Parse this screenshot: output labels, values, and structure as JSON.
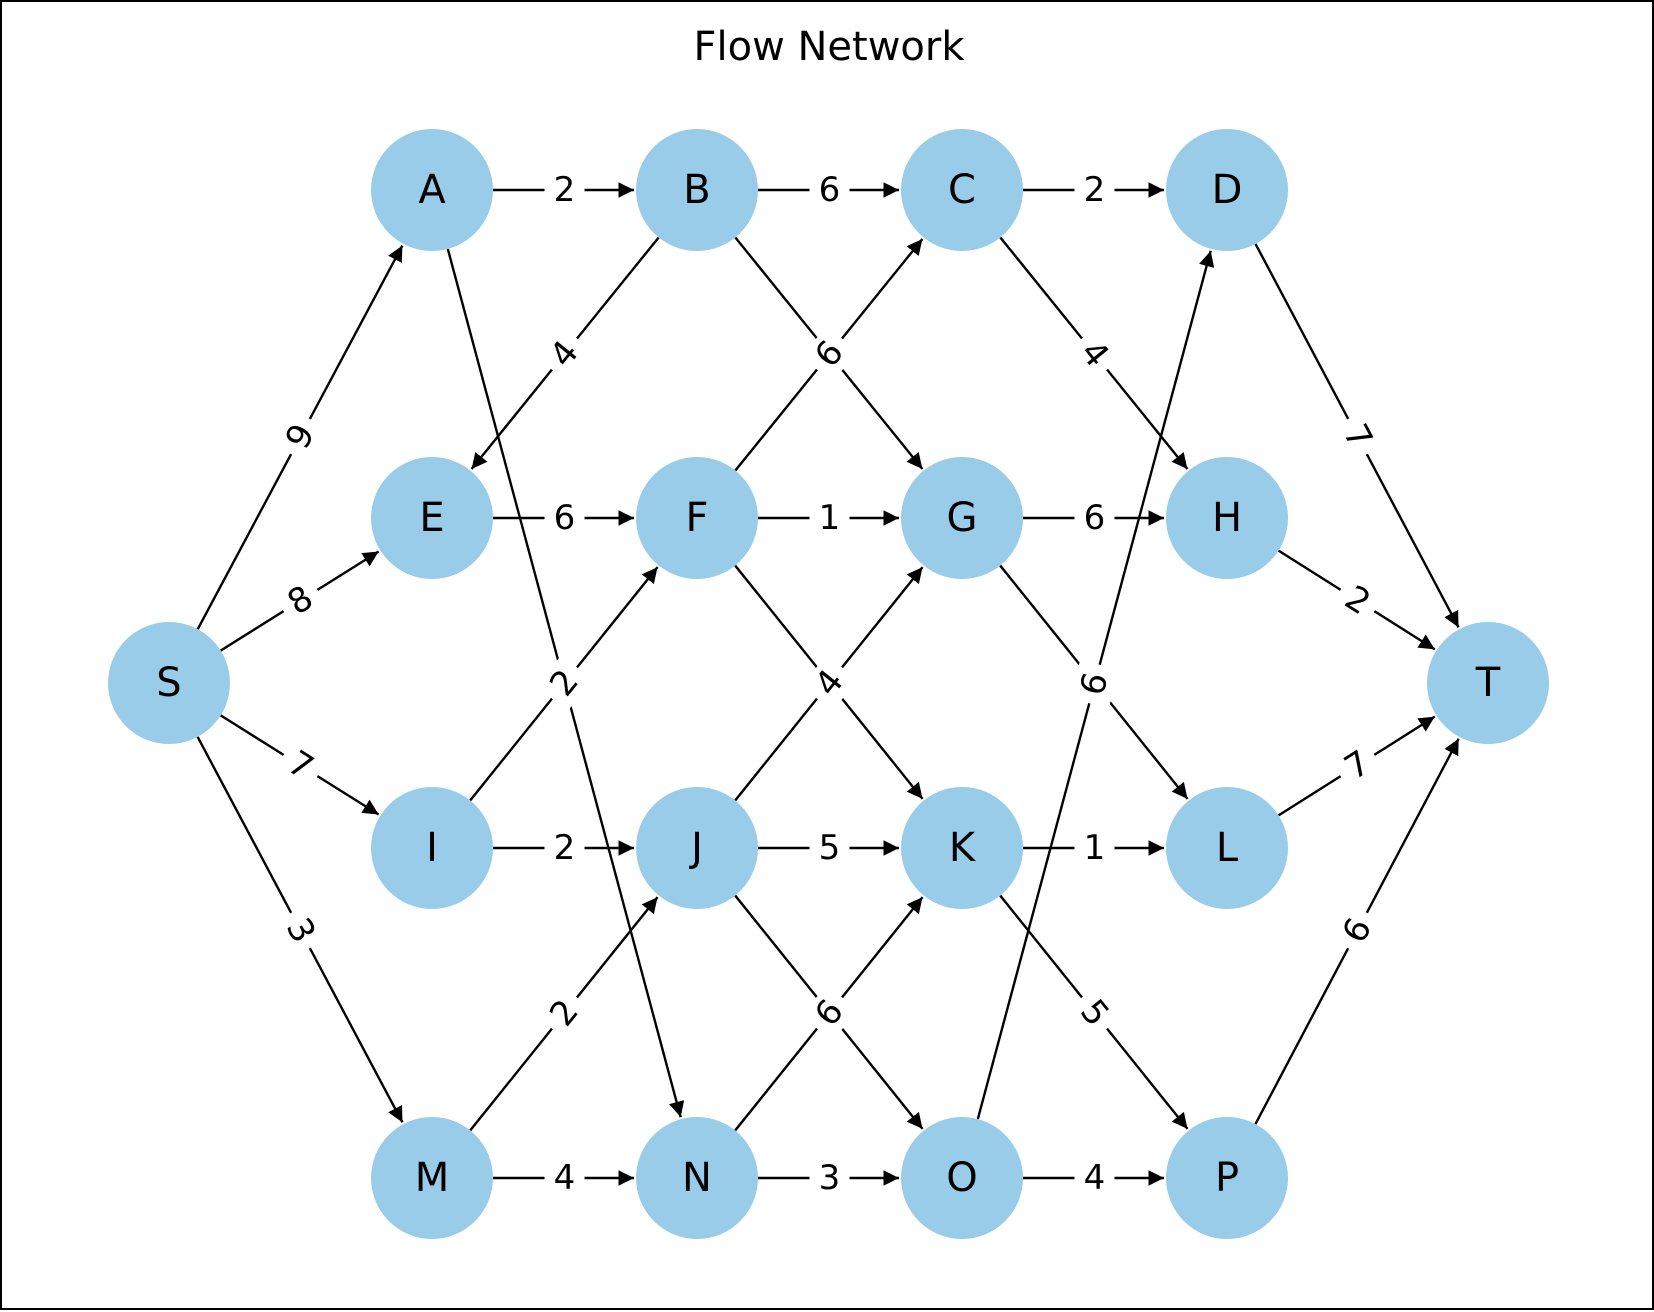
{
  "title": "Flow Network",
  "colors": {
    "node_fill": "#99cce8",
    "edge": "#000000",
    "text": "#000000",
    "background": "#ffffff"
  },
  "nodes": [
    "S",
    "A",
    "B",
    "C",
    "D",
    "E",
    "F",
    "G",
    "H",
    "I",
    "J",
    "K",
    "L",
    "M",
    "N",
    "O",
    "P",
    "T"
  ],
  "edges": [
    {
      "from": "S",
      "to": "A",
      "weight": "9"
    },
    {
      "from": "S",
      "to": "E",
      "weight": "8"
    },
    {
      "from": "S",
      "to": "I",
      "weight": "7"
    },
    {
      "from": "S",
      "to": "M",
      "weight": "3"
    },
    {
      "from": "A",
      "to": "B",
      "weight": "2"
    },
    {
      "from": "A",
      "to": "N",
      "weight": "2"
    },
    {
      "from": "B",
      "to": "C",
      "weight": "6"
    },
    {
      "from": "B",
      "to": "E",
      "weight": "4"
    },
    {
      "from": "B",
      "to": "G",
      "weight": "6"
    },
    {
      "from": "C",
      "to": "D",
      "weight": "2"
    },
    {
      "from": "C",
      "to": "H",
      "weight": "4"
    },
    {
      "from": "D",
      "to": "T",
      "weight": "7"
    },
    {
      "from": "E",
      "to": "F",
      "weight": "6"
    },
    {
      "from": "F",
      "to": "G",
      "weight": "1"
    },
    {
      "from": "F",
      "to": "C",
      "weight": "6"
    },
    {
      "from": "F",
      "to": "K",
      "weight": "4"
    },
    {
      "from": "G",
      "to": "H",
      "weight": "6"
    },
    {
      "from": "G",
      "to": "L",
      "weight": "6"
    },
    {
      "from": "H",
      "to": "T",
      "weight": "2"
    },
    {
      "from": "I",
      "to": "J",
      "weight": "2"
    },
    {
      "from": "I",
      "to": "F",
      "weight": "2"
    },
    {
      "from": "J",
      "to": "K",
      "weight": "5"
    },
    {
      "from": "J",
      "to": "G",
      "weight": "4"
    },
    {
      "from": "J",
      "to": "O",
      "weight": "6"
    },
    {
      "from": "K",
      "to": "L",
      "weight": "1"
    },
    {
      "from": "K",
      "to": "P",
      "weight": "5"
    },
    {
      "from": "L",
      "to": "T",
      "weight": "7"
    },
    {
      "from": "M",
      "to": "N",
      "weight": "4"
    },
    {
      "from": "M",
      "to": "J",
      "weight": "2"
    },
    {
      "from": "N",
      "to": "O",
      "weight": "3"
    },
    {
      "from": "N",
      "to": "K",
      "weight": "6"
    },
    {
      "from": "O",
      "to": "P",
      "weight": "4"
    },
    {
      "from": "O",
      "to": "D",
      "weight": "6"
    },
    {
      "from": "P",
      "to": "T",
      "weight": "6"
    }
  ]
}
